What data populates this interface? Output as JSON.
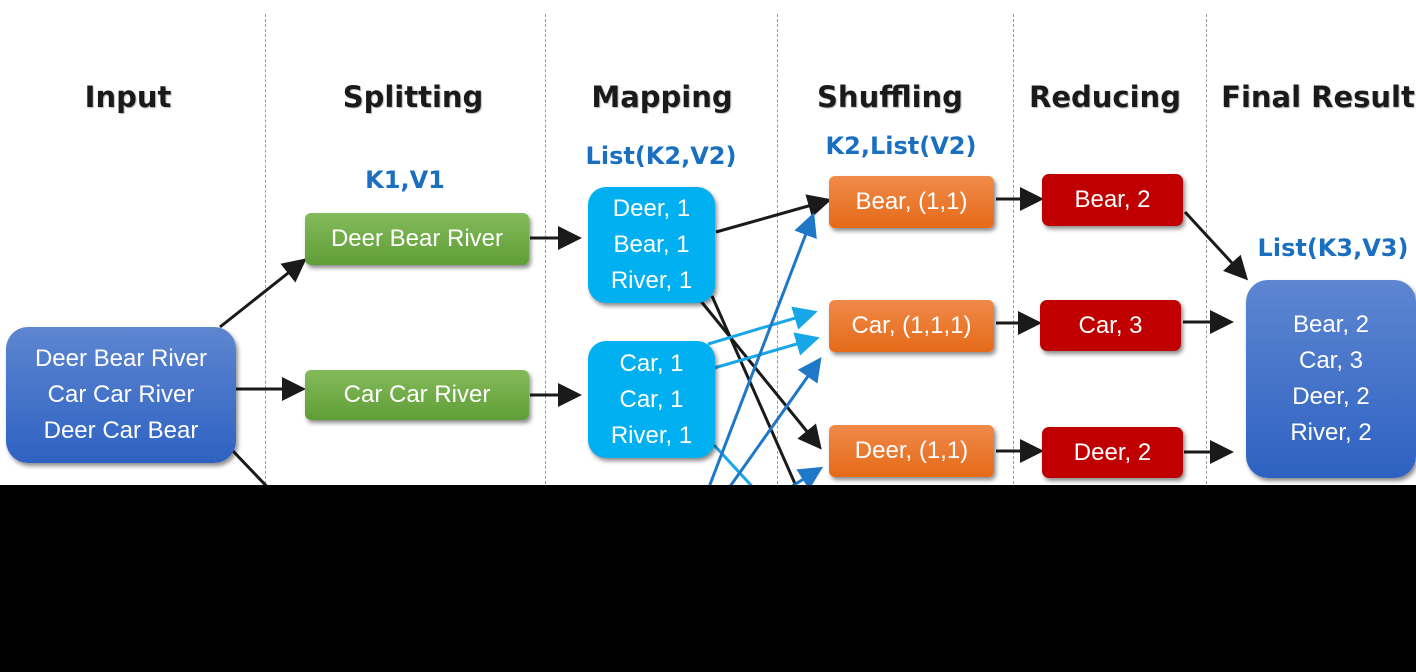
{
  "stages": [
    "Input",
    "Splitting",
    "Mapping",
    "Shuffling",
    "Reducing",
    "Final Result"
  ],
  "type_labels": {
    "splitting": "K1,V1",
    "mapping": "List(K2,V2)",
    "shuffling": "K2,List(V2)",
    "final": "List(K3,V3)"
  },
  "input": {
    "lines": [
      "Deer Bear River",
      "Car Car River",
      "Deer Car Bear"
    ]
  },
  "splits": [
    "Deer Bear River",
    "Car Car River"
  ],
  "maps": [
    {
      "lines": [
        "Deer, 1",
        "Bear, 1",
        "River, 1"
      ]
    },
    {
      "lines": [
        "Car, 1",
        "Car, 1",
        "River, 1"
      ]
    }
  ],
  "shuffles": [
    "Bear, (1,1)",
    "Car, (1,1,1)",
    "Deer, (1,1)"
  ],
  "reduces": [
    "Bear, 2",
    "Car, 3",
    "Deer, 2"
  ],
  "final": {
    "lines": [
      "Bear, 2",
      "Car, 3",
      "Deer, 2",
      "River, 2"
    ]
  },
  "colors": {
    "input_box": "#3a6bc8",
    "split_box": "#70ad47",
    "map_box": "#00b0f0",
    "shuffle_box": "#ed7d31",
    "reduce_box": "#c00000",
    "label_blue": "#1a6fc0",
    "arrow_black": "#1a1a1a",
    "arrow_blue": "#1f77c8",
    "arrow_cyan": "#17a7e8"
  }
}
